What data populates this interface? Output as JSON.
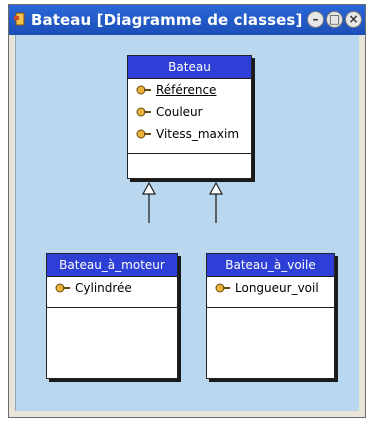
{
  "window": {
    "title": "Bateau [Diagramme de classes]"
  },
  "classes": {
    "bateau": {
      "name": "Bateau",
      "attributes": [
        "Référence",
        "Couleur",
        "Vitess_maxim"
      ]
    },
    "moteur": {
      "name": "Bateau_à_moteur",
      "attributes": [
        "Cylindrée"
      ]
    },
    "voile": {
      "name": "Bateau_à_voile",
      "attributes": [
        "Longueur_voil"
      ]
    }
  },
  "colors": {
    "titlebar": "#1c4fb8",
    "class_header": "#2d3fd6",
    "canvas": "#b9d8ef"
  },
  "icons": [
    "class-icon",
    "minimize-icon",
    "maximize-icon",
    "close-icon",
    "attribute-key-icon",
    "inheritance-arrow-icon"
  ]
}
